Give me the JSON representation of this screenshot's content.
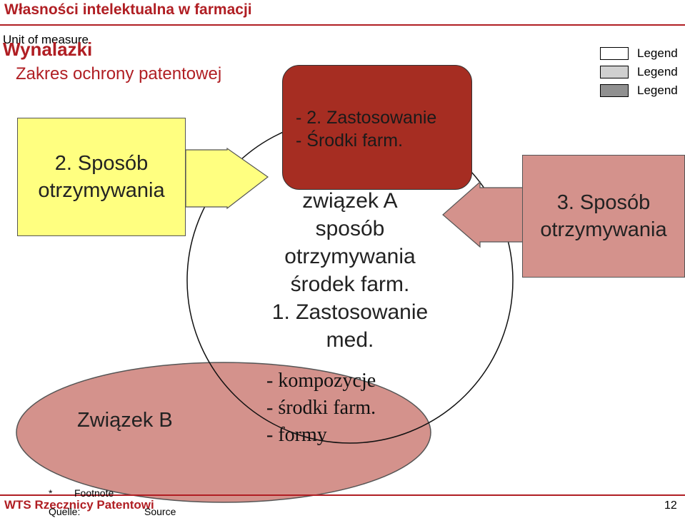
{
  "header": {
    "title": "Własności intelektualna w farmacji"
  },
  "unit_label": "Unit of measure",
  "section": {
    "title": "Wynalazki",
    "subtitle": "Zakres ochrony patentowej"
  },
  "legend": [
    "Legend",
    "Legend",
    "Legend"
  ],
  "colors": {
    "accent": "#b01e23",
    "yellow_box": "#ffff80",
    "pink_box": "#d4928c",
    "red_box": "#a62d22",
    "ellipse": "#d4928c",
    "legend_swatches": [
      "#ffffff",
      "#d0d0d0",
      "#909090"
    ]
  },
  "diagram": {
    "yellow_box": {
      "lines": [
        "2. Sposób",
        "otrzymywania"
      ]
    },
    "pink_box": {
      "lines": [
        "3. Sposób",
        "otrzymywania"
      ]
    },
    "red_box": {
      "lines": [
        "- 2. Zastosowanie",
        "- Środki farm."
      ]
    },
    "center": {
      "lines": [
        "związek A",
        "sposób",
        "otrzymywania",
        "środek farm.",
        "1. Zastosowanie",
        "med."
      ]
    },
    "compositions": {
      "lines": [
        "- kompozycje",
        "- środki farm.",
        "- formy"
      ]
    },
    "ellipse_label": "Związek B"
  },
  "footer": {
    "footnote_marker": "*",
    "footnote": "Footnote",
    "brand": "WTS Rzecznicy Patentowi",
    "source_label": "Quelle:",
    "source": "Source",
    "page": "12"
  }
}
